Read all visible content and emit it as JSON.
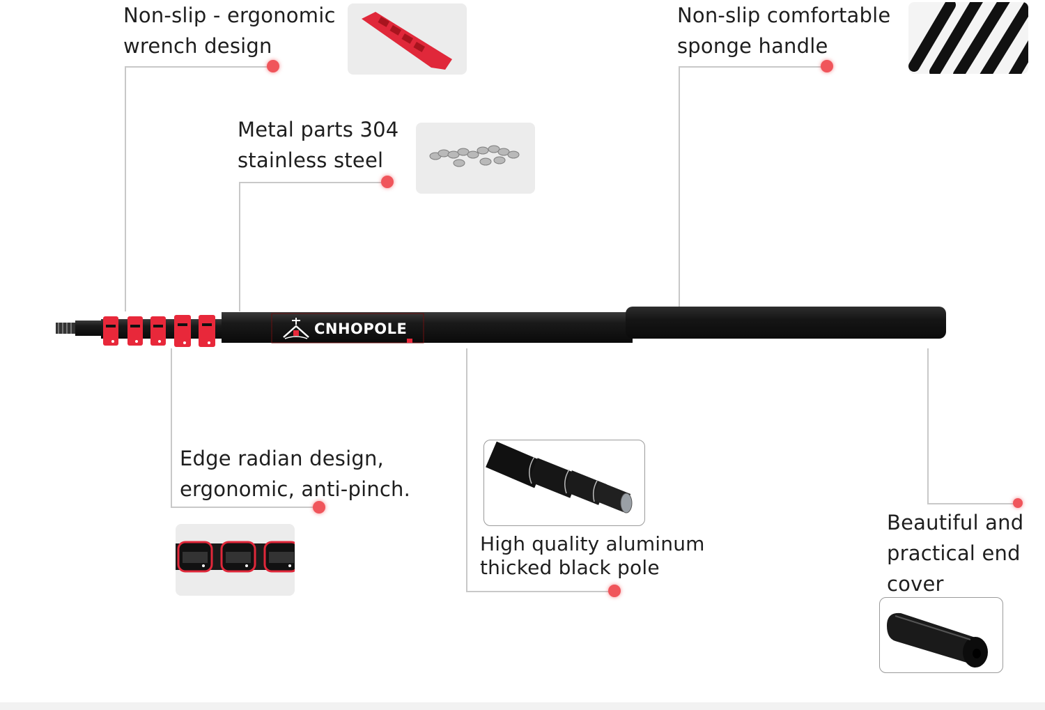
{
  "callouts": {
    "wrench": {
      "line1": "Non-slip - ergonomic",
      "line2": "wrench design"
    },
    "sponge": {
      "line1": "Non-slip comfortable",
      "line2": "sponge handle"
    },
    "metal": {
      "line1": "Metal parts 304",
      "line2": "stainless steel"
    },
    "edge": {
      "line1": "Edge radian design,",
      "line2": "ergonomic, anti-pinch."
    },
    "aluminum": {
      "line1": "High quality aluminum",
      "line2": "thicked black pole"
    },
    "endcover": {
      "line1": "Beautiful and",
      "line2": "practical end",
      "line3": "cover"
    }
  },
  "pole": {
    "brand": "CNHOPOLE"
  },
  "colors": {
    "accent": "#f0555b",
    "clip_red": "#e8283a",
    "pole_black": "#151515"
  },
  "icons": [
    "house-logo-icon"
  ]
}
